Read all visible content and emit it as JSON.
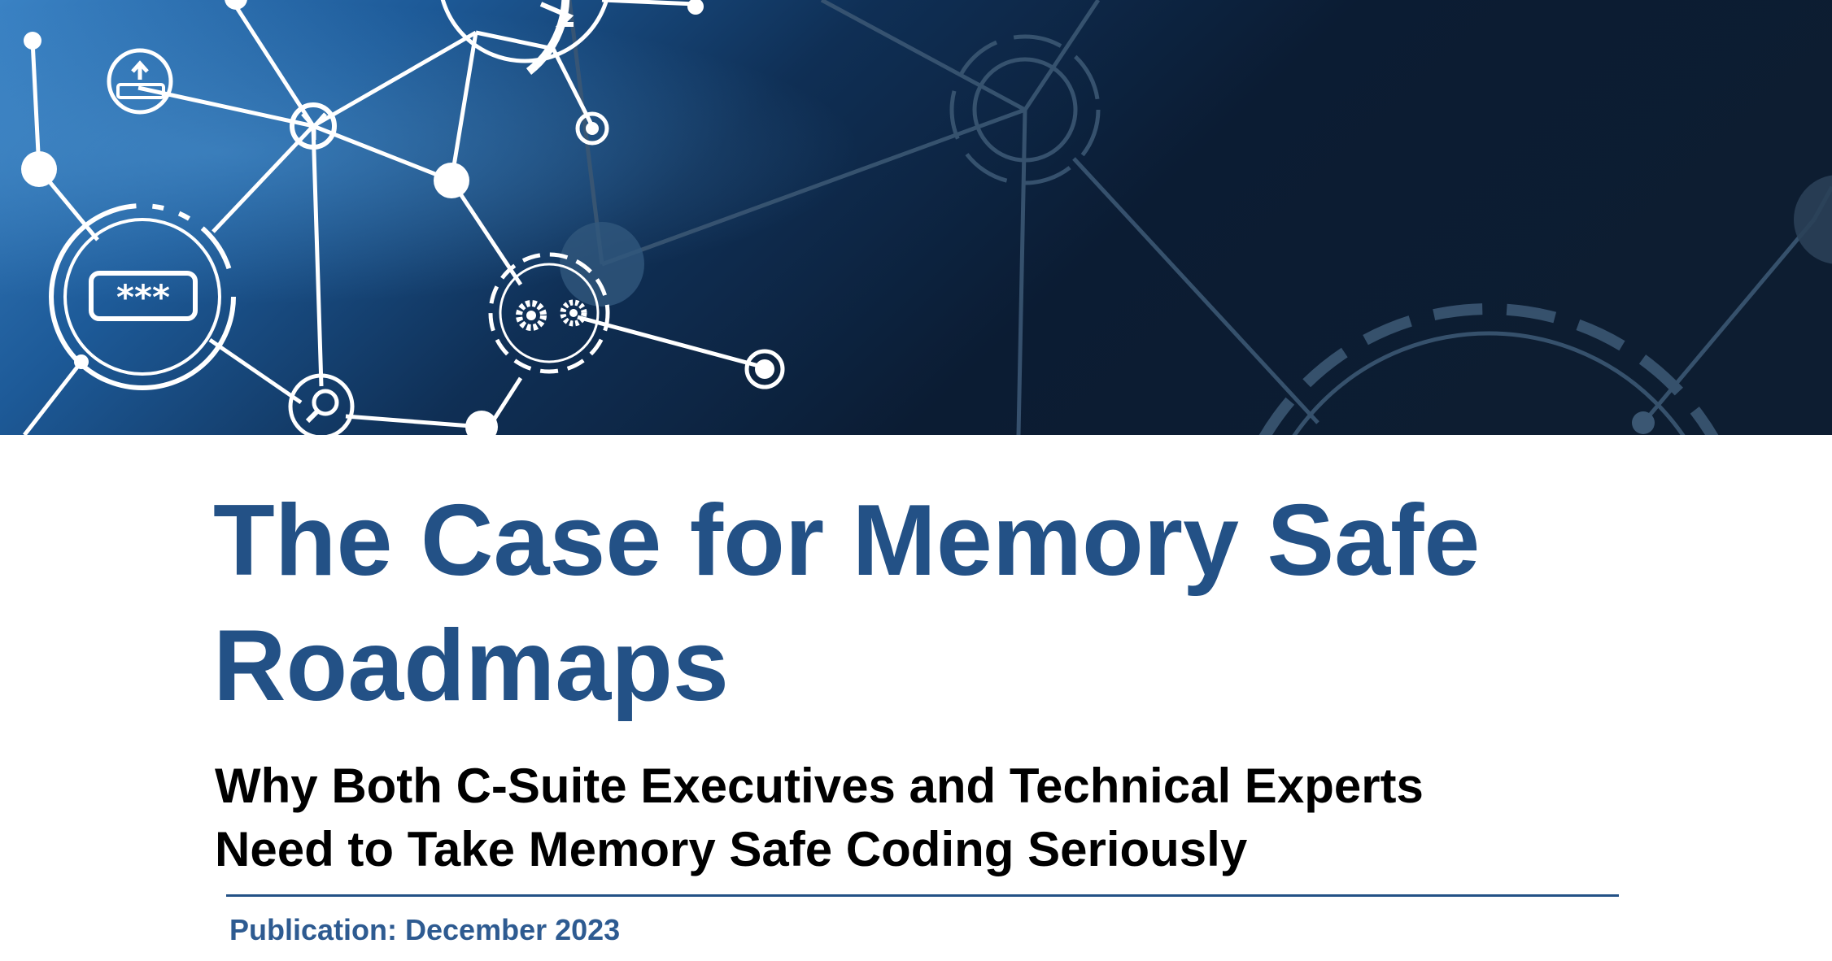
{
  "document": {
    "title_line1": "The Case for Memory Safe",
    "title_line2": "Roadmaps",
    "subtitle_line1": "Why Both C-Suite Executives and Technical Experts",
    "subtitle_line2": "Need to Take Memory Safe Coding Seriously",
    "publication": "Publication: December 2023"
  },
  "colors": {
    "title": "#235186",
    "subtitle": "#000000",
    "rule": "#235186",
    "hero_light": "#2f76b6",
    "hero_dark": "#0b1a2e"
  },
  "hero": {
    "icons": [
      "upload-icon",
      "password-icon",
      "network-hub-icon",
      "settings-gears-icon",
      "magnifier-icon",
      "key-icon"
    ]
  }
}
